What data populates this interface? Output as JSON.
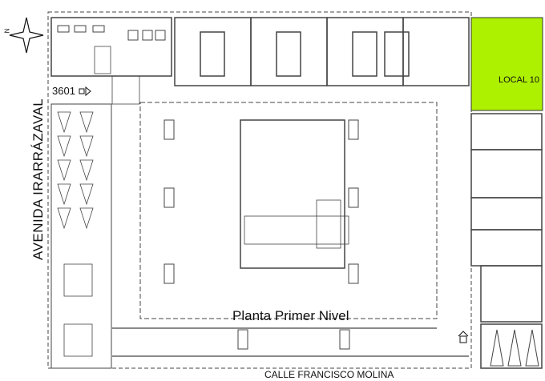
{
  "plan": {
    "title": "Planta Primer Nivel",
    "street_left": "AVENIDA IRARRÁZAVAL",
    "street_bottom": "CALLE FRANCISCO MOLINA",
    "street_number": "3601",
    "north_label": "N",
    "highlighted_unit": {
      "label": "LOCAL 10",
      "color": "#adf000"
    },
    "line_color": "#444444",
    "icons": [
      "compass-rose-icon",
      "entrance-arrow-icon",
      "house-icon"
    ]
  }
}
